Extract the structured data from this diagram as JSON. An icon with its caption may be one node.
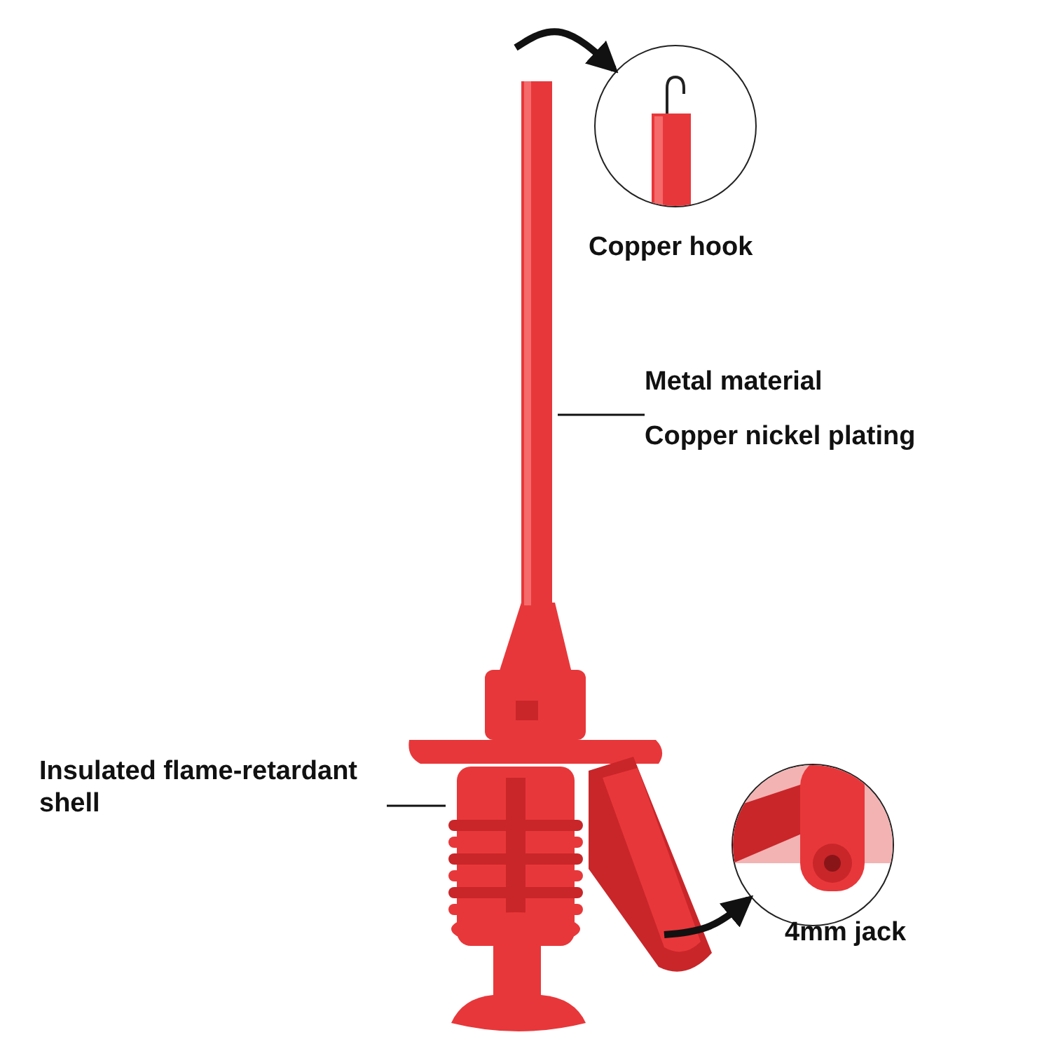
{
  "diagram": {
    "nodes": [
      {
        "text": [],
        "shape": "picture",
        "beside": [
          "Copper hook"
        ]
      },
      {
        "text": [
          "Metal material",
          "Copper nickel plating"
        ]
      },
      {
        "text": [],
        "shape": "bar"
      },
      {
        "text": [
          "Insulated flame-retardant shell"
        ]
      },
      {
        "text": [],
        "shape": "box"
      },
      {
        "text": [],
        "shape": "picture",
        "beside": [
          "4mm jack"
        ]
      }
    ],
    "edges": [
      {
        "from": null,
        "to": 0,
        "arrow": "to",
        "style": "thick"
      },
      {
        "from": 1,
        "to": 2,
        "arrow": "none"
      },
      {
        "from": 3,
        "to": 4,
        "arrow": "none"
      },
      {
        "from": null,
        "to": 5,
        "arrow": "to",
        "style": "thick"
      }
    ]
  }
}
